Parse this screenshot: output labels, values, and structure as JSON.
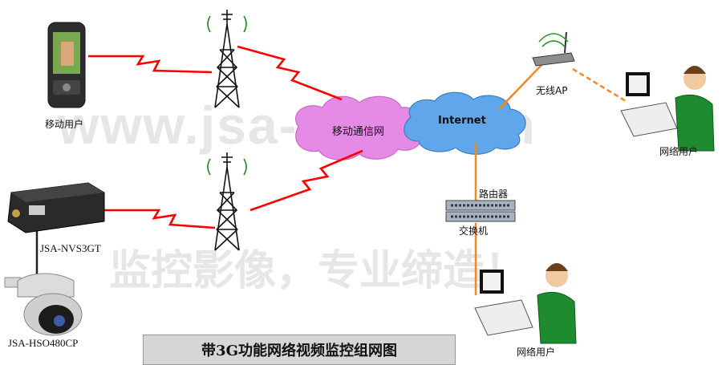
{
  "title": "带3G功能网络视频监控组网图",
  "watermarks": {
    "url": "www.jsa-cctv.com",
    "slogan": "监控影像，专业缔造！"
  },
  "clouds": {
    "mobile": "移动通信网",
    "internet": "Internet"
  },
  "nodes": {
    "mobile_user": "移动用户",
    "wireless_ap": "无线AP",
    "router": "路由器",
    "switch": "交换机",
    "net_user_top": "网络用户",
    "net_user_bottom": "网络用户",
    "encoder": "JSA-NVS3GT",
    "camera": "JSA-HSO480CP"
  },
  "colors": {
    "wireless_link": "#ff0000",
    "wired_link": "#f08a1e",
    "cloud": "#e58ae5",
    "internet_cloud": "#5fa6ea"
  }
}
